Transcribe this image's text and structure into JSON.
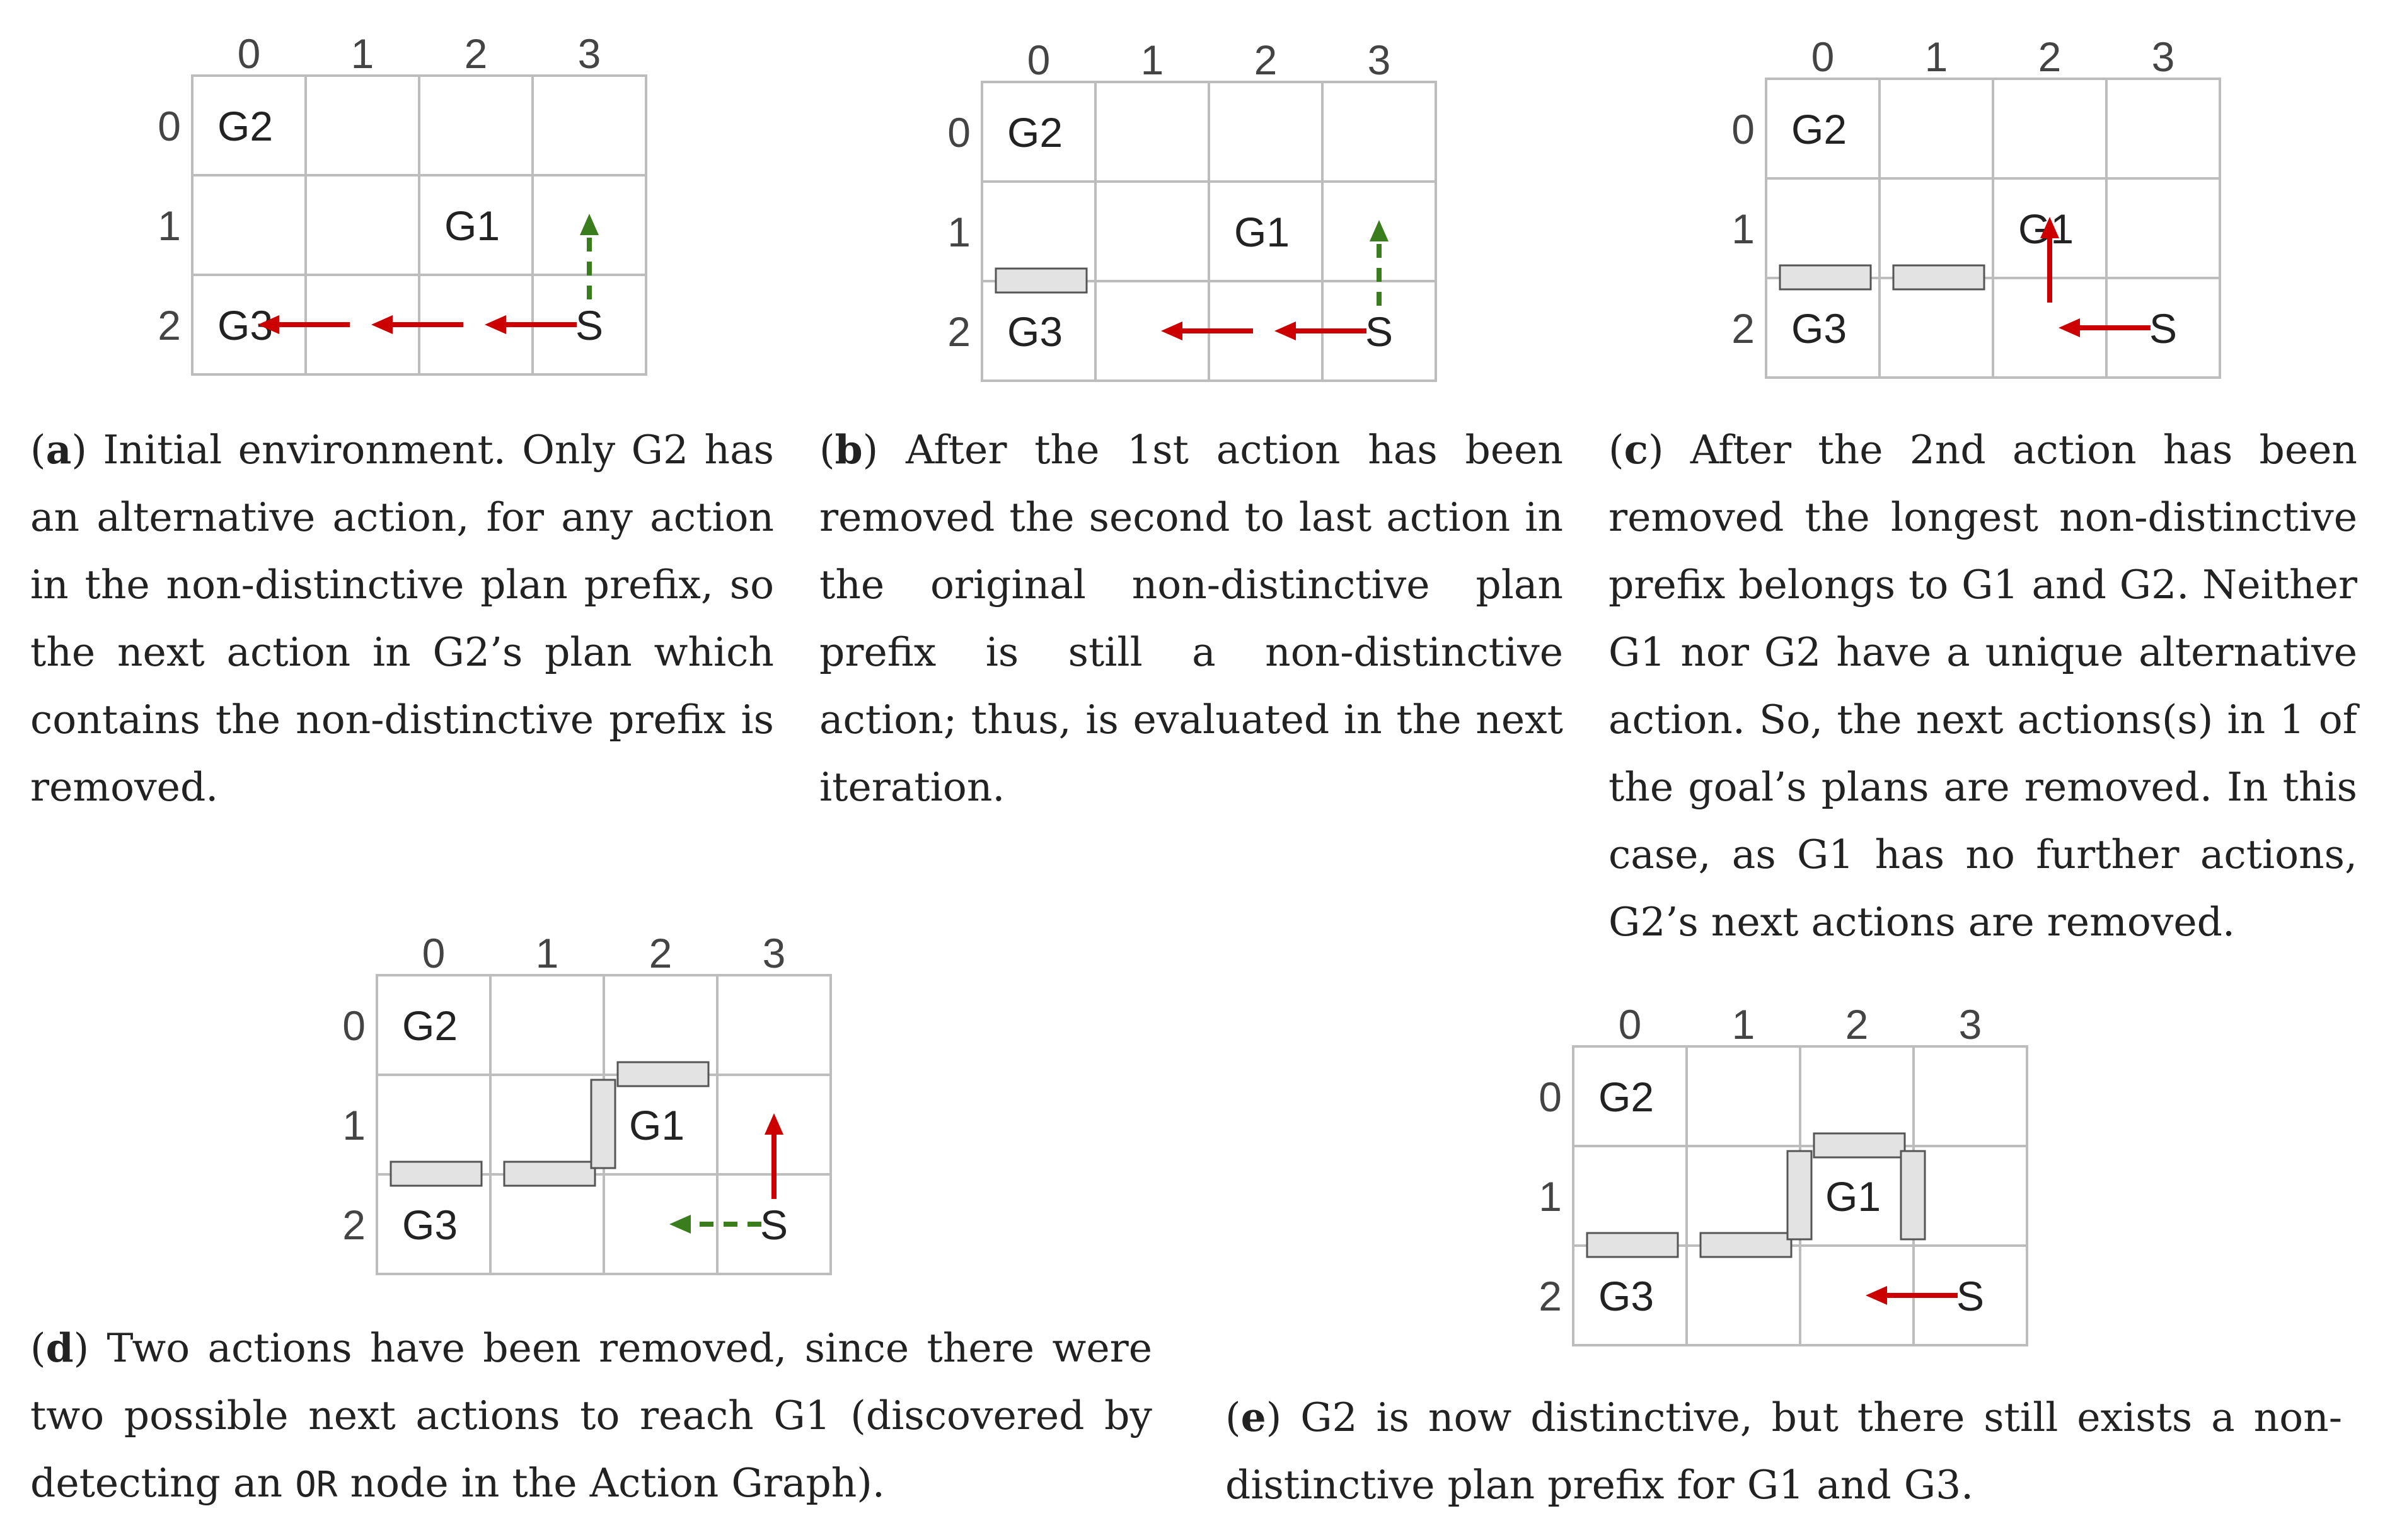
{
  "axis_labels": {
    "cols": [
      "0",
      "1",
      "2",
      "3"
    ],
    "rows": [
      "0",
      "1",
      "2"
    ]
  },
  "colors": {
    "grid_line": "#bdbdbd",
    "wall_fill": "#e3e3e3",
    "wall_stroke": "#555555",
    "removed_action": "#cc0000",
    "alternative_action": "#3a7d1c",
    "text": "#222222"
  },
  "panels": [
    {
      "id": "a",
      "cells": [
        {
          "text": "G2",
          "row": 0,
          "col": 0
        },
        {
          "text": "G1",
          "row": 1,
          "col": 2
        },
        {
          "text": "G3",
          "row": 2,
          "col": 0
        },
        {
          "text": "S",
          "row": 2,
          "col": 3
        }
      ],
      "walls": [],
      "arrows": [
        {
          "kind": "removed",
          "dir": "left",
          "row": 2,
          "from_col": 3
        },
        {
          "kind": "removed",
          "dir": "left",
          "row": 2,
          "from_col": 2
        },
        {
          "kind": "removed",
          "dir": "left",
          "row": 2,
          "from_col": 1
        },
        {
          "kind": "alternative",
          "dir": "up",
          "row": 2,
          "from_col": 3
        }
      ],
      "caption": {
        "open": "(",
        "letter": "a",
        "close": ")",
        "text": " Initial environment. Only G2 has an alternative action, for any action in the non-distinctive plan prefix, so the next action in G2’s plan which contains the non-distinctive prefix is removed."
      }
    },
    {
      "id": "b",
      "cells": [
        {
          "text": "G2",
          "row": 0,
          "col": 0
        },
        {
          "text": "G1",
          "row": 1,
          "col": 2
        },
        {
          "text": "G3",
          "row": 2,
          "col": 0
        },
        {
          "text": "S",
          "row": 2,
          "col": 3
        }
      ],
      "walls": [
        {
          "orientation": "horizontal",
          "between_rows": [
            1,
            2
          ],
          "col": 0
        }
      ],
      "arrows": [
        {
          "kind": "removed",
          "dir": "left",
          "row": 2,
          "from_col": 3
        },
        {
          "kind": "removed",
          "dir": "left",
          "row": 2,
          "from_col": 2
        },
        {
          "kind": "alternative",
          "dir": "up",
          "row": 2,
          "from_col": 3
        }
      ],
      "caption": {
        "open": "(",
        "letter": "b",
        "close": ")",
        "text": " After the 1st action has been removed the second to last action in the original non-distinctive plan prefix is still a non-distinctive action; thus, is evaluated in the next iteration."
      }
    },
    {
      "id": "c",
      "cells": [
        {
          "text": "G2",
          "row": 0,
          "col": 0
        },
        {
          "text": "G1",
          "row": 1,
          "col": 2
        },
        {
          "text": "G3",
          "row": 2,
          "col": 0
        },
        {
          "text": "S",
          "row": 2,
          "col": 3
        }
      ],
      "walls": [
        {
          "orientation": "horizontal",
          "between_rows": [
            1,
            2
          ],
          "col": 0
        },
        {
          "orientation": "horizontal",
          "between_rows": [
            1,
            2
          ],
          "col": 1
        }
      ],
      "arrows": [
        {
          "kind": "removed",
          "dir": "left",
          "row": 2,
          "from_col": 3
        },
        {
          "kind": "removed",
          "dir": "up",
          "row": 2,
          "from_col": 2
        }
      ],
      "caption": {
        "open": "(",
        "letter": "c",
        "close": ")",
        "text": " After the 2nd action has been removed the longest non-distinctive prefix belongs to G1 and G2. Neither G1 nor G2 have a unique alternative action. So, the next actions(s) in 1 of the goal’s plans are removed. In this case, as G1 has no further actions, G2’s next actions are removed."
      }
    },
    {
      "id": "d",
      "cells": [
        {
          "text": "G2",
          "row": 0,
          "col": 0
        },
        {
          "text": "G1",
          "row": 1,
          "col": 2
        },
        {
          "text": "G3",
          "row": 2,
          "col": 0
        },
        {
          "text": "S",
          "row": 2,
          "col": 3
        }
      ],
      "walls": [
        {
          "orientation": "horizontal",
          "between_rows": [
            1,
            2
          ],
          "col": 0
        },
        {
          "orientation": "horizontal",
          "between_rows": [
            1,
            2
          ],
          "col": 1
        },
        {
          "orientation": "horizontal",
          "between_rows": [
            0,
            1
          ],
          "col": 2
        },
        {
          "orientation": "vertical",
          "between_cols": [
            1,
            2
          ],
          "row": 1
        }
      ],
      "arrows": [
        {
          "kind": "removed",
          "dir": "up",
          "row": 2,
          "from_col": 3
        },
        {
          "kind": "alternative",
          "dir": "left",
          "row": 2,
          "from_col": 3
        }
      ],
      "caption": {
        "open": "(",
        "letter": "d",
        "close": ")",
        "text_before": " Two actions have been removed, since there were two possible next actions to reach G1 (discovered by detecting an ",
        "code": "OR",
        "text_after": " node in the Action Graph)."
      }
    },
    {
      "id": "e",
      "cells": [
        {
          "text": "G2",
          "row": 0,
          "col": 0
        },
        {
          "text": "G1",
          "row": 1,
          "col": 2
        },
        {
          "text": "G3",
          "row": 2,
          "col": 0
        },
        {
          "text": "S",
          "row": 2,
          "col": 3
        }
      ],
      "walls": [
        {
          "orientation": "horizontal",
          "between_rows": [
            1,
            2
          ],
          "col": 0
        },
        {
          "orientation": "horizontal",
          "between_rows": [
            1,
            2
          ],
          "col": 1
        },
        {
          "orientation": "horizontal",
          "between_rows": [
            0,
            1
          ],
          "col": 2
        },
        {
          "orientation": "vertical",
          "between_cols": [
            1,
            2
          ],
          "row": 1
        },
        {
          "orientation": "vertical",
          "between_cols": [
            2,
            3
          ],
          "row": 1
        }
      ],
      "arrows": [
        {
          "kind": "removed",
          "dir": "left",
          "row": 2,
          "from_col": 3
        }
      ],
      "caption": {
        "open": "(",
        "letter": "e",
        "close": ")",
        "text": " G2 is now distinctive, but there still exists a non-distinctive plan prefix for G1 and G3."
      }
    }
  ]
}
